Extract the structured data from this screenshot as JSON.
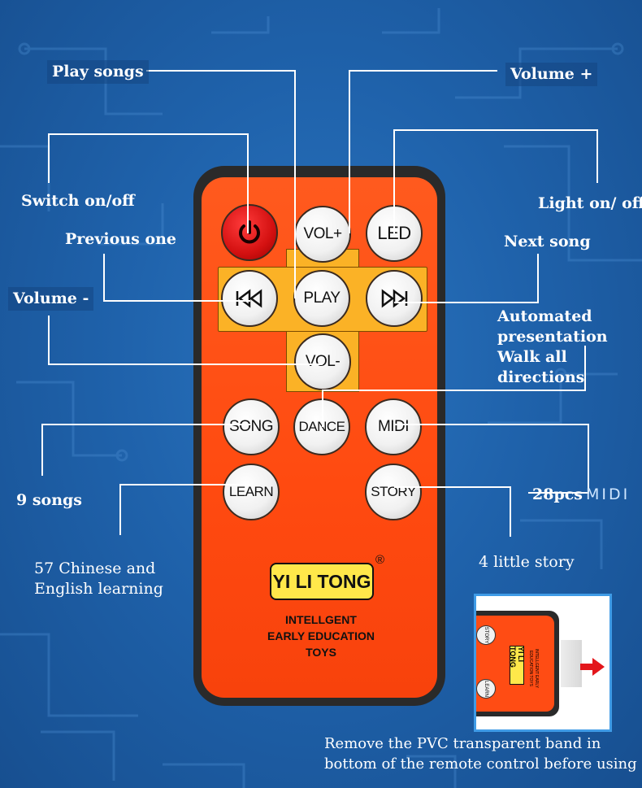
{
  "labels": {
    "play_songs": "Play songs",
    "volume_plus": "Volume +",
    "switch_on_off": "Switch on/off",
    "light_on_off": "Light on/ off",
    "previous_one": "Previous one",
    "next_song": "Next song",
    "volume_minus": "Volume -",
    "automated": [
      "Automated",
      "presentation",
      "Walk all",
      "directions"
    ],
    "nine_songs": "9 songs",
    "midi_28": "28pcs",
    "midi_word": "MIDI",
    "chinese_english": [
      "57 Chinese and",
      "English learning"
    ],
    "little_story": "4 little story",
    "remove_note": [
      "Remove the PVC transparent band in",
      "bottom of the remote control before using"
    ]
  },
  "buttons": {
    "vol_plus": "VOL+",
    "led": "LED",
    "play": "PLAY",
    "vol_minus": "VOL-",
    "song": "SONG",
    "dance": "DANCE",
    "midi": "MIDI",
    "learn": "LEARN",
    "story": "STORY"
  },
  "brand": {
    "name": "YI LI TONG",
    "registered": "®",
    "tagline": [
      "INTELLGENT",
      "EARLY EDUCATION",
      "TOYS"
    ]
  },
  "inset": {
    "story": "STORY",
    "learn": "LEARN",
    "brand": "YI LI TONG",
    "tagline": "INTELLGENT EARLY EDUCATION TOYS"
  },
  "colors": {
    "background": "#1f62ab",
    "remote_face": "#ff4a10",
    "dpad": "#fbb226",
    "power": "#d41111",
    "leader_lines": "#ffffff",
    "inset_border": "#3f9be6",
    "arrow": "#e3161b"
  },
  "icons": [
    "power-icon",
    "previous-icon",
    "next-icon",
    "arrow-right-icon"
  ]
}
